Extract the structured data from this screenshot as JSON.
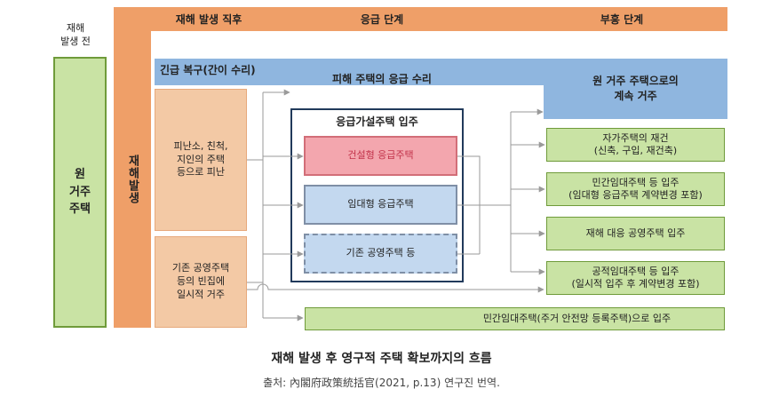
{
  "header": {
    "pre_disaster": "재해\n발생 전",
    "phase_immediate": "재해 발생 직후",
    "phase_response": "응급 단계",
    "phase_recovery": "부흥 단계"
  },
  "left_box": "원\n거주\n주택",
  "disaster_bar": "재해발생",
  "band_emergency_repair": "긴급 복구(간이 수리)",
  "band_repair": "피해 주택의 응급 수리",
  "band_continue": "원 거주 주택으로의\n계속 거주",
  "evacuation_box": "피난소, 친척,\n지인의 주택\n등으로 피난",
  "vacant_box": "기존 공영주택\n등의 빈집에\n일시적 거주",
  "temp_housing": {
    "title": "응급가설주택 입주",
    "items": [
      "건설형 응급주택",
      "임대형 응급주택",
      "기존 공영주택 등"
    ]
  },
  "outcomes": [
    "자가주택의 재건\n(신축, 구입, 재건축)",
    "민간임대주택 등 입주\n(임대형 응급주택 계약변경 포함)",
    "재해 대응 공영주택 입주",
    "공적임대주택 등 입주\n(일시적 입주 후 계약변경 포함)"
  ],
  "private_rental": "민간임대주택(주거 안전망 등록주택)으로 입주",
  "caption": "재해 발생 후 영구적 주택 확보까지의 흐름",
  "source": "출처: 內閣府政策統括官(2021, p.13) 연구진 번역.",
  "colors": {
    "orange": "#ef9f68",
    "peach": "#f3c9a5",
    "peach_border": "#e7a97c",
    "blue_band": "#8fb6df",
    "green_fill": "#c9e3a4",
    "green_border": "#6f9b3a",
    "pink_fill": "#f3a6ae",
    "pink_border": "#d26e78",
    "light_blue": "#c3d8ef",
    "navy": "#213a5b"
  }
}
